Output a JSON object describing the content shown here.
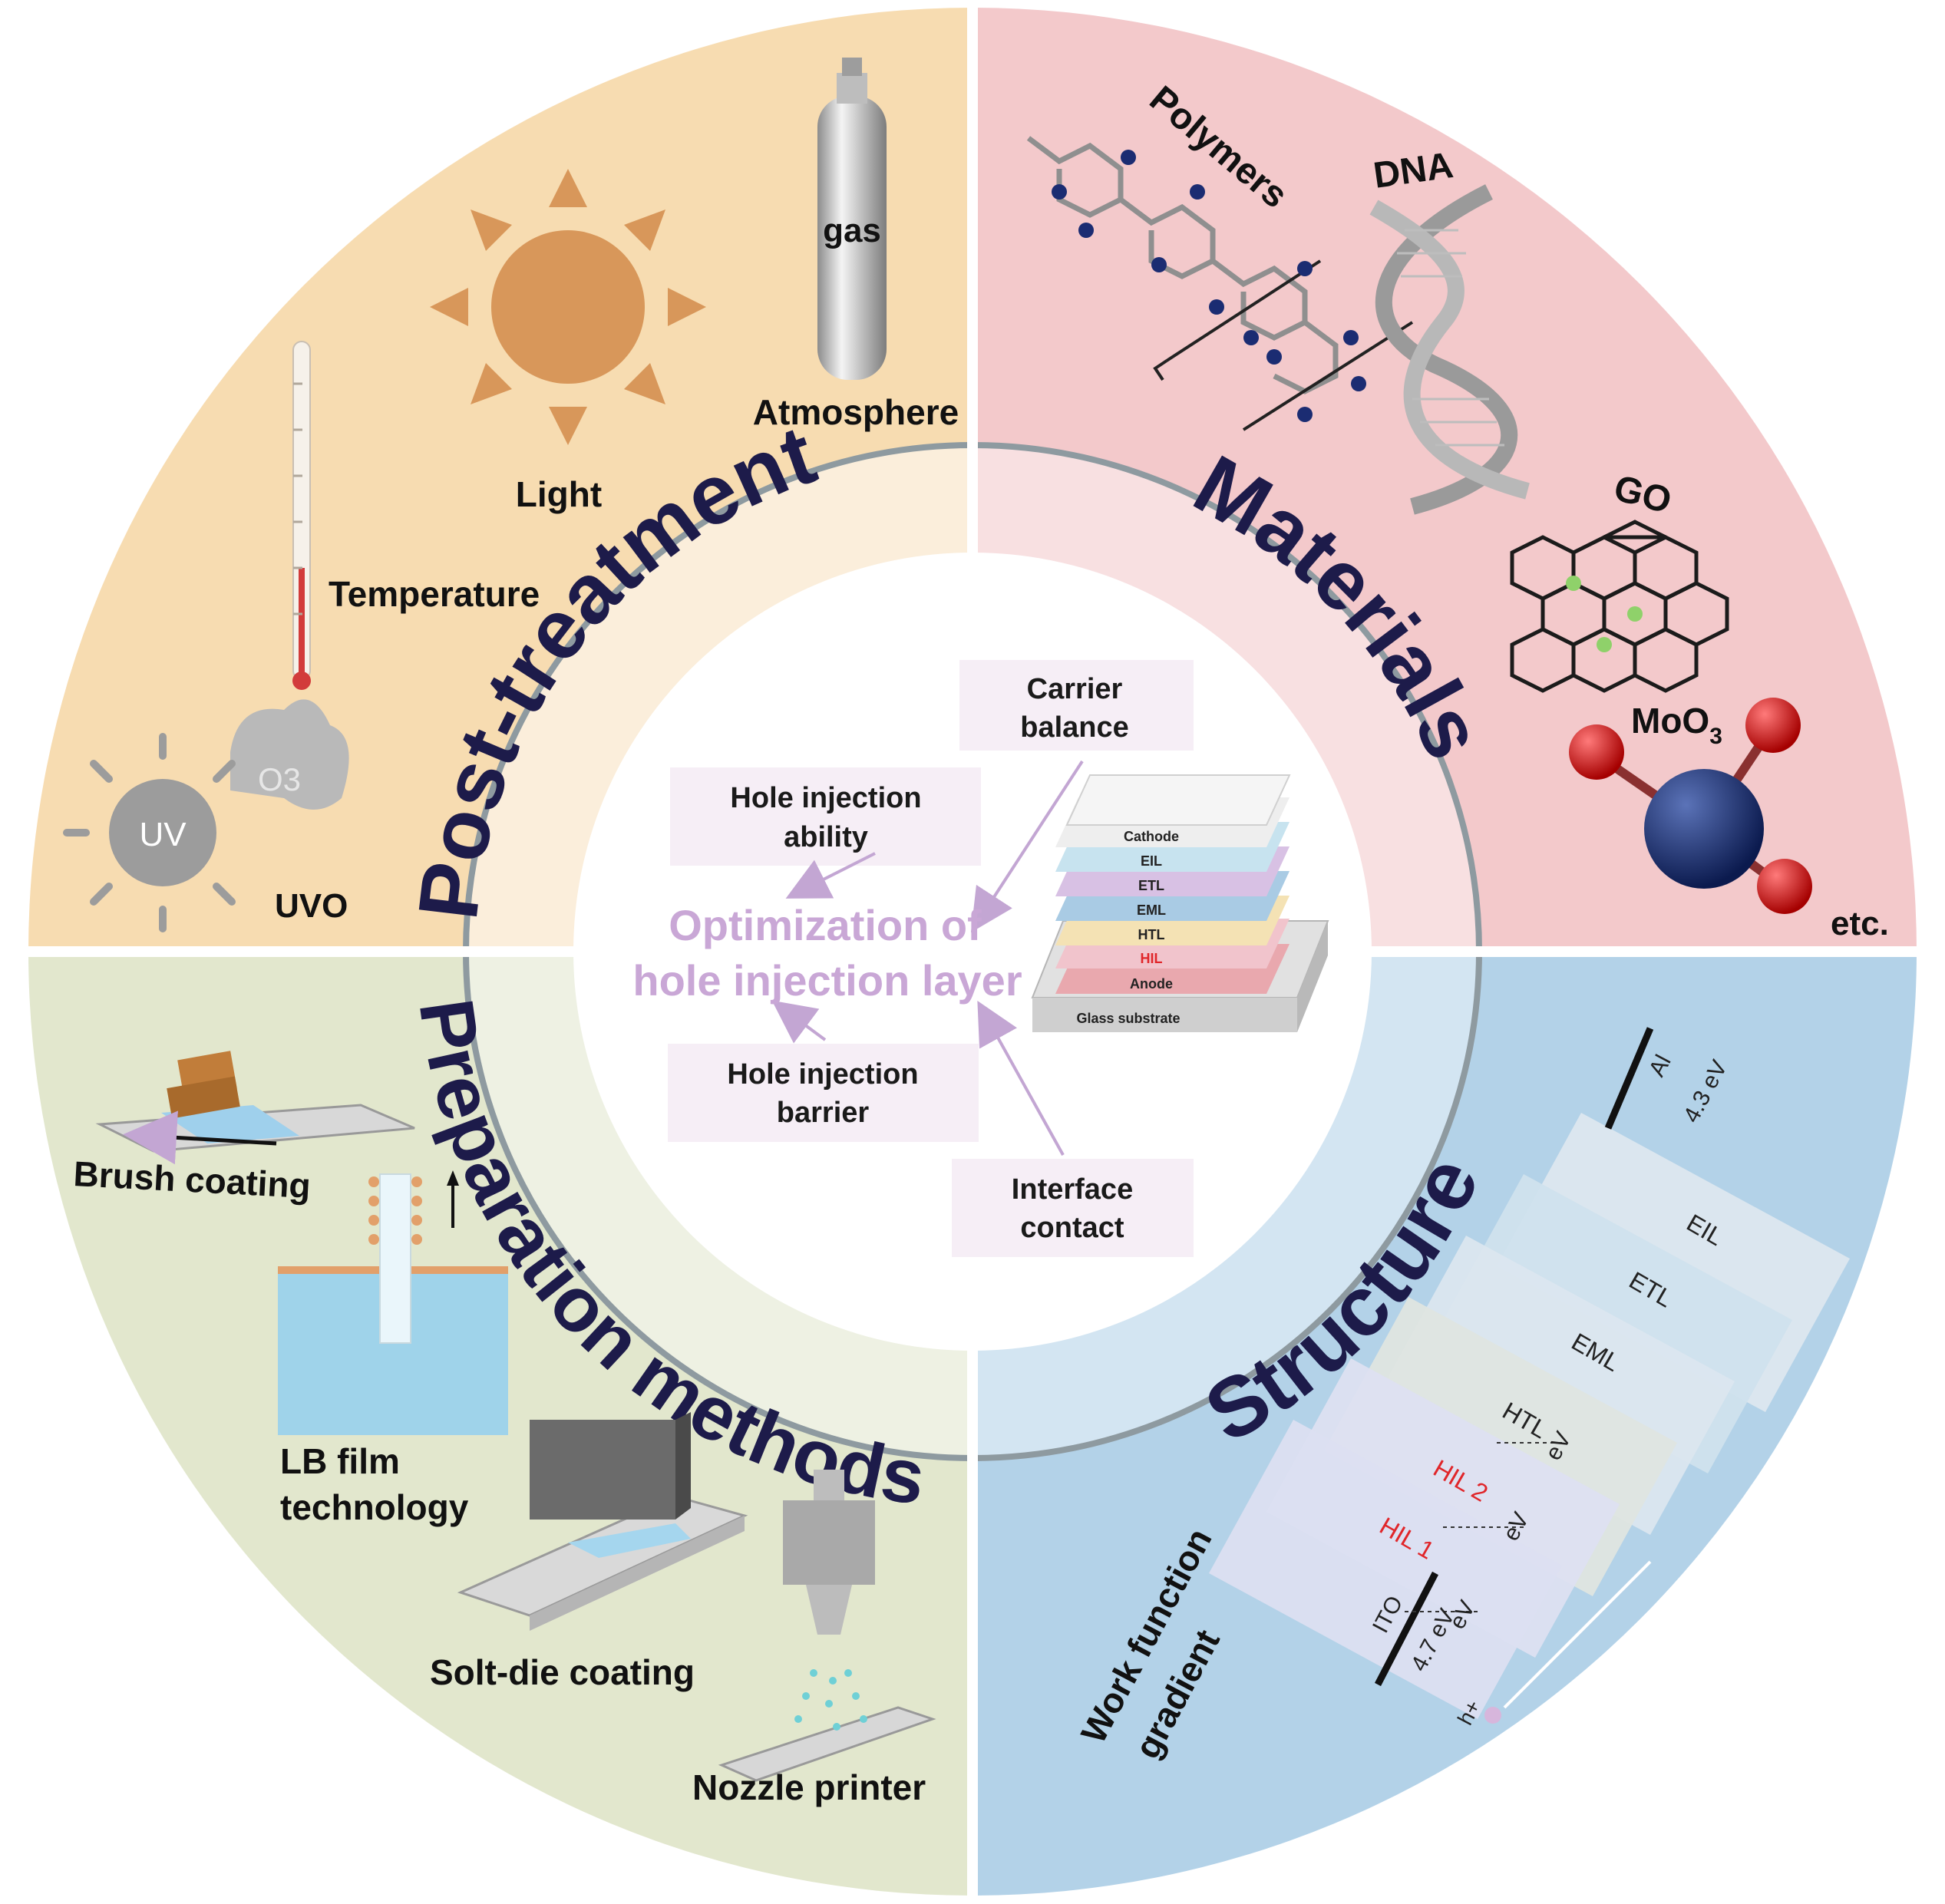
{
  "quadrants": {
    "post_treatment": {
      "title": "Post-treatment",
      "items": {
        "atmosphere": "Atmosphere",
        "gas": "gas",
        "light": "Light",
        "temperature": "Temperature",
        "uvo": "UVO",
        "uv": "UV",
        "o3": "O3"
      },
      "color": "#f7dcb1"
    },
    "materials": {
      "title": "Materials",
      "items": {
        "polymers": "Polymers",
        "dna": "DNA",
        "go": "GO",
        "moo3": "MoO3",
        "etc": "etc."
      },
      "color": "#f3c9cb"
    },
    "preparation": {
      "title": "Preparation methods",
      "items": {
        "brush": "Brush coating",
        "lb1": "LB film",
        "lb2": "technology",
        "slot": "Solt-die coating",
        "nozzle": "Nozzle printer"
      },
      "color": "#e2e7cd"
    },
    "structure": {
      "title": "Structure",
      "items": {
        "wf1": "Work function",
        "wf2": "gradient",
        "al": "Al",
        "al_ev": "4.3 eV",
        "ito": "ITO",
        "ito_ev": "4.7 eV",
        "ev": "eV",
        "eil": "EIL",
        "etl": "ETL",
        "eml": "EML",
        "htl": "HTL",
        "hil2": "HIL 2",
        "hil1": "HIL 1",
        "hole": "h+"
      },
      "color": "#b3d2e8"
    }
  },
  "center": {
    "title_line1": "Optimization of",
    "title_line2": "hole injection layer",
    "boxes": {
      "carrier1": "Carrier",
      "carrier2": "balance",
      "ability1": "Hole injection",
      "ability2": "ability",
      "barrier1": "Hole injection",
      "barrier2": "barrier",
      "interface1": "Interface",
      "interface2": "contact"
    },
    "stack": {
      "cathode": "Cathode",
      "eil": "EIL",
      "etl": "ETL",
      "eml": "EML",
      "htl": "HTL",
      "hil": "HIL",
      "anode": "Anode",
      "glass": "Glass substrate"
    }
  },
  "colors": {
    "ring_title": "#1d1b4a",
    "center_title": "#c9a7d6",
    "arrow": "#c3a6d3",
    "hil_red": "#e0262a"
  }
}
